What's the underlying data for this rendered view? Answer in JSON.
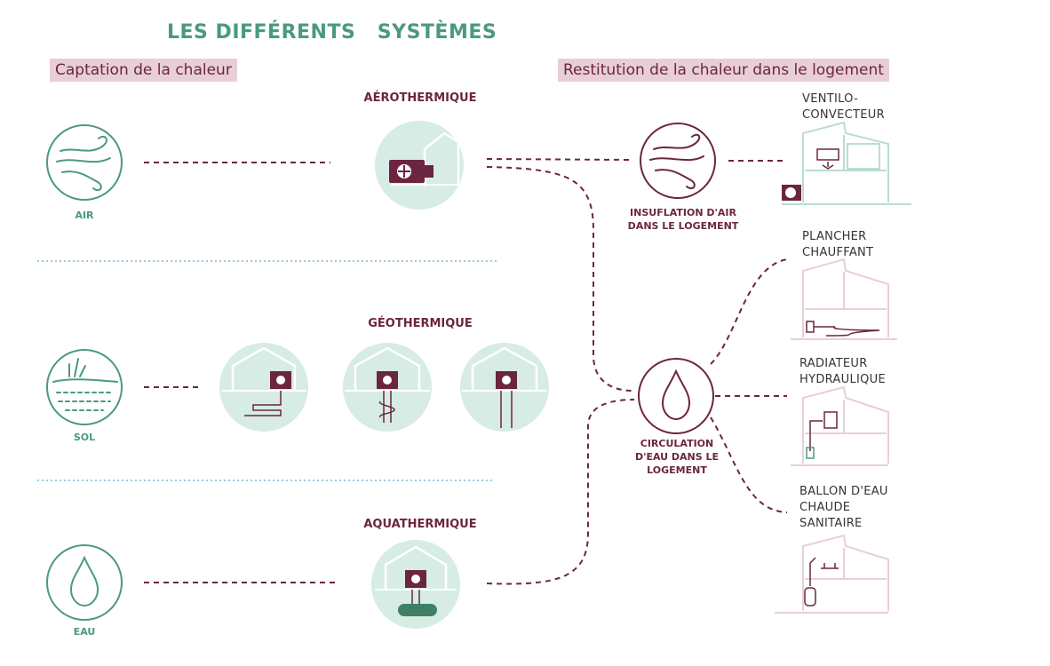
{
  "title": "LES DIFFÉRENTS   SYSTÈMES",
  "sections": {
    "capture": "Captation de la chaleur",
    "restitution": "Restitution de la chaleur dans le logement"
  },
  "sources": {
    "air": "AIR",
    "soil": "SOL",
    "water": "EAU"
  },
  "systems": {
    "aero": "AÉROTHERMIQUE",
    "geo": "GÉOTHERMIQUE",
    "aqua": "AQUATHERMIQUE"
  },
  "modes": {
    "air_line1": "INSUFLATION D'AIR",
    "air_line2": "DANS LE LOGEMENT",
    "water_line1": "CIRCULATION",
    "water_line2": "D'EAU DANS LE",
    "water_line3": "LOGEMENT"
  },
  "emitters": {
    "fan_line1": "VENTILO-",
    "fan_line2": "CONVECTEUR",
    "floor_line1": "PLANCHER",
    "floor_line2": "CHAUFFANT",
    "radiator_line1": "RADIATEUR",
    "radiator_line2": "HYDRAULIQUE",
    "tank_line1": "BALLON D'EAU",
    "tank_line2": "CHAUDE",
    "tank_line3": "SANITAIRE"
  },
  "colors": {
    "green": "#4a9a7c",
    "mint": "#d6ece4",
    "burgundy": "#6c2540",
    "pink": "#e8cfd6",
    "dots": "#7fb8d6"
  }
}
